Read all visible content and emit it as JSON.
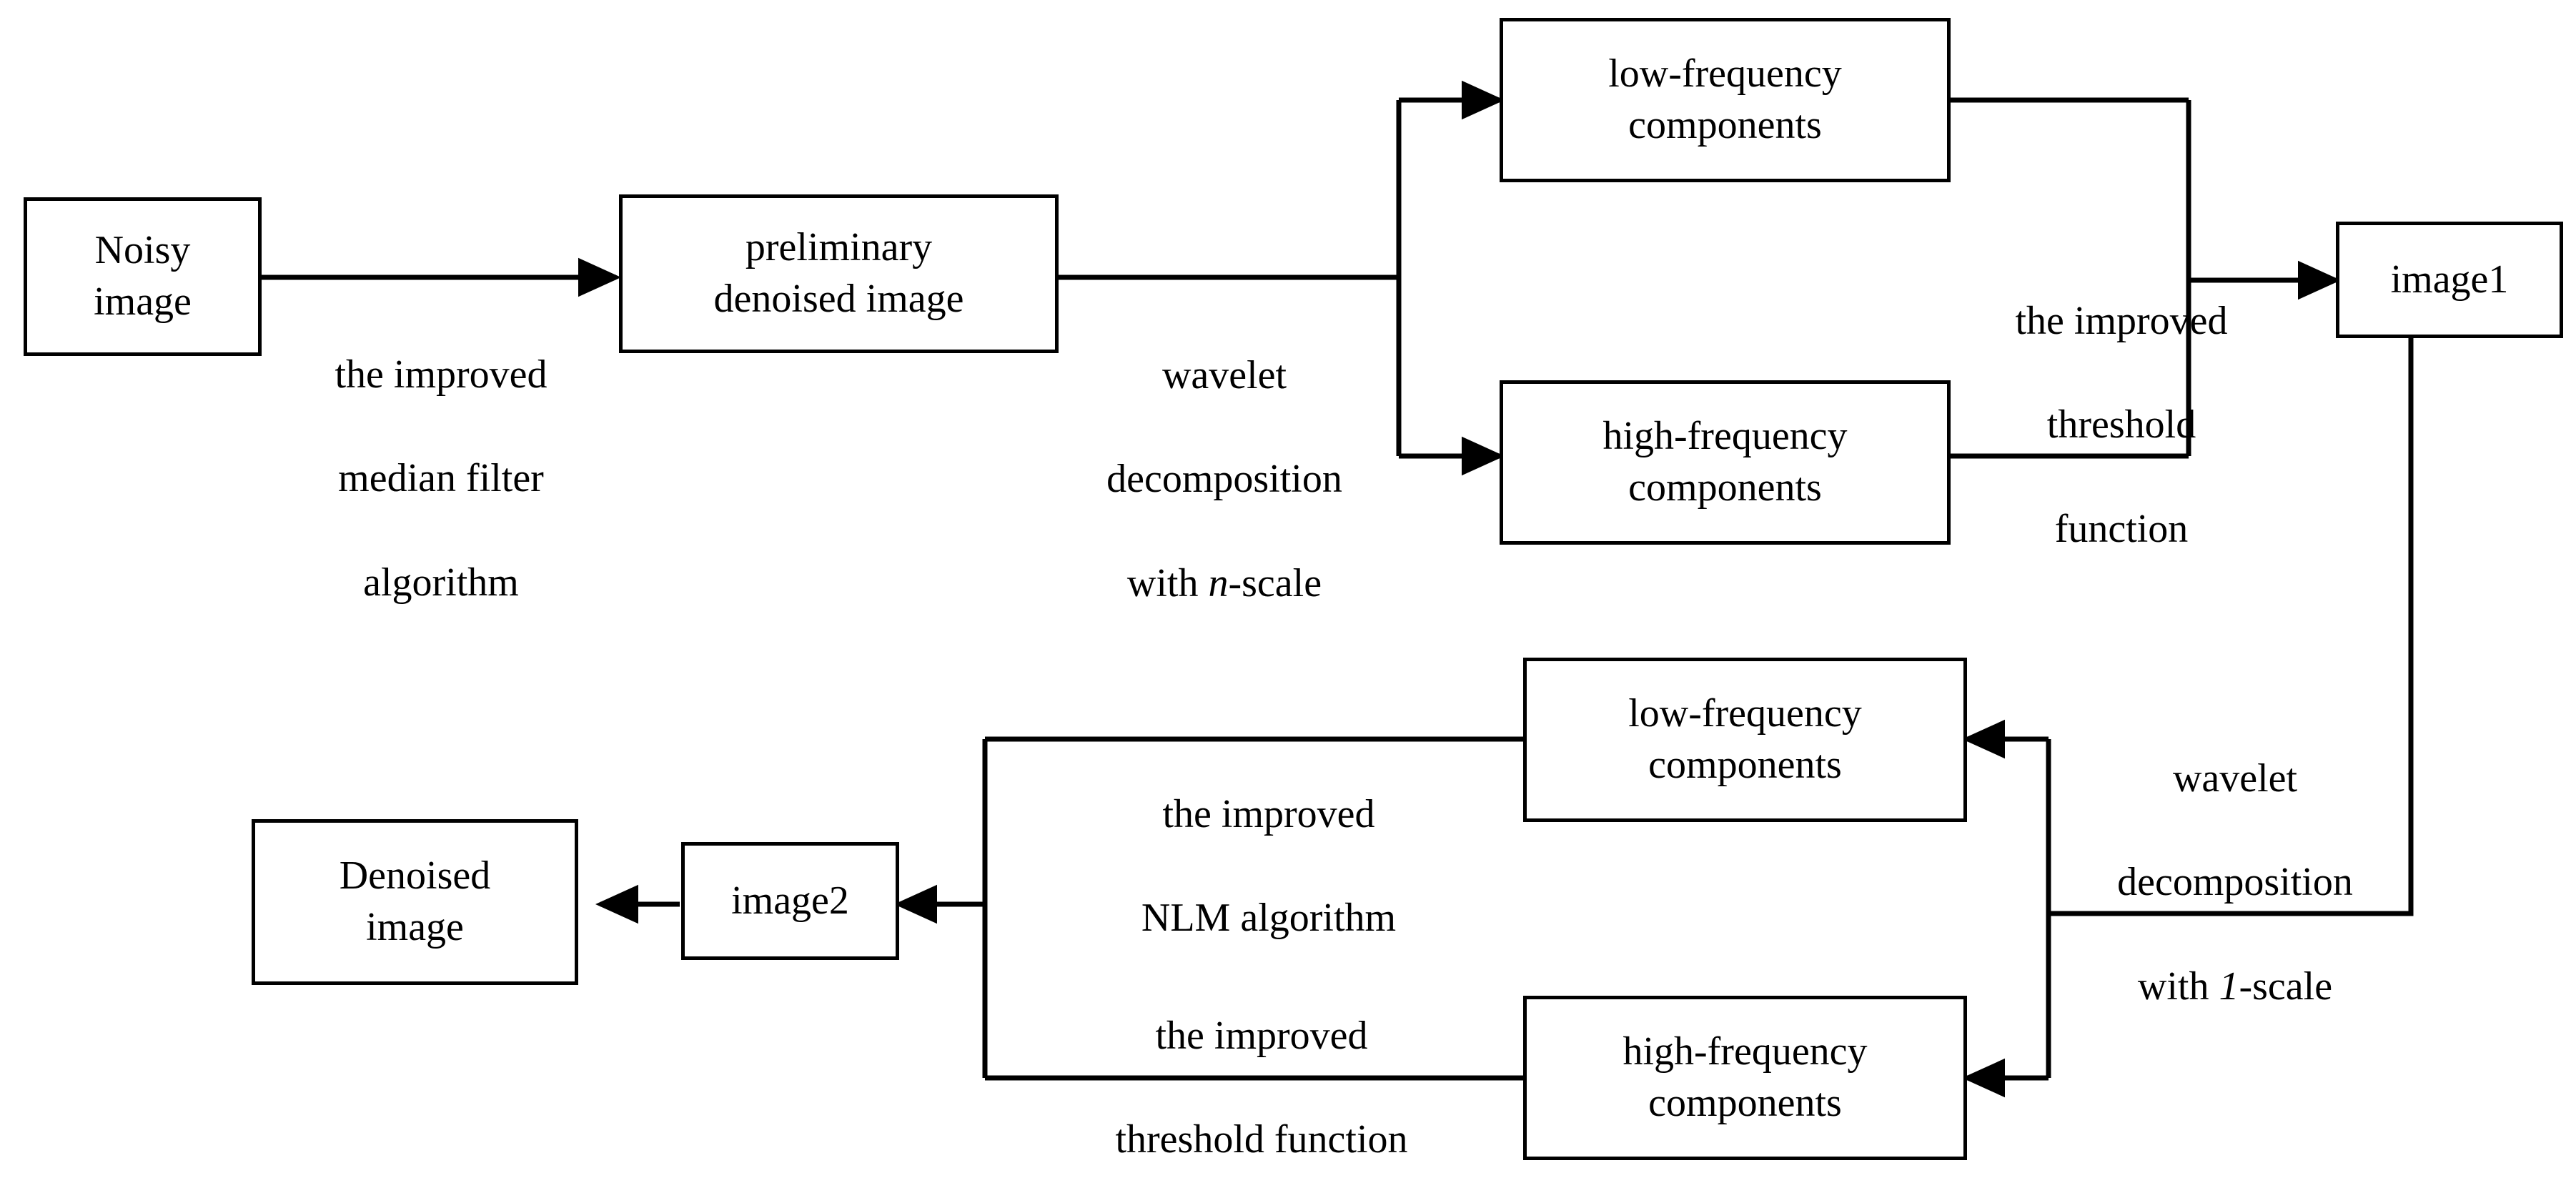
{
  "diagram": {
    "title": "Image denoising algorithm flowchart",
    "type": "flowchart",
    "stroke_color": "#000000",
    "background_color": "#ffffff",
    "nodes": [
      {
        "id": "noisy_image",
        "label": "Noisy\nimage"
      },
      {
        "id": "preliminary_denoised",
        "label": "preliminary\ndenoised image"
      },
      {
        "id": "low_freq_top",
        "label": "low-frequency\ncomponents"
      },
      {
        "id": "high_freq_top",
        "label": "high-frequency\ncomponents"
      },
      {
        "id": "image1",
        "label": "image1"
      },
      {
        "id": "low_freq_bottom",
        "label": "low-frequency\ncomponents"
      },
      {
        "id": "high_freq_bottom",
        "label": "high-frequency\ncomponents"
      },
      {
        "id": "image2",
        "label": "image2"
      },
      {
        "id": "denoised_image",
        "label": "Denoised\nimage"
      }
    ],
    "edge_labels": [
      {
        "id": "median_filter",
        "line1": "the improved",
        "line2": "median filter",
        "line3": "algorithm"
      },
      {
        "id": "wavelet_n_scale",
        "line1": "wavelet",
        "line2": "decomposition",
        "line3_pre": "with ",
        "line3_em": "n",
        "line3_post": "-scale"
      },
      {
        "id": "threshold_fn_top",
        "line1": "the improved",
        "line2": "threshold",
        "line3": "function"
      },
      {
        "id": "wavelet_1_scale",
        "line1": "wavelet",
        "line2": "decomposition",
        "line3_pre": "with ",
        "line3_em": "1",
        "line3_post": "-scale"
      },
      {
        "id": "nlm_algorithm",
        "line1": "the improved",
        "line2": "NLM algorithm"
      },
      {
        "id": "threshold_fn_bottom",
        "line1": "the improved",
        "line2": "threshold function"
      }
    ]
  }
}
